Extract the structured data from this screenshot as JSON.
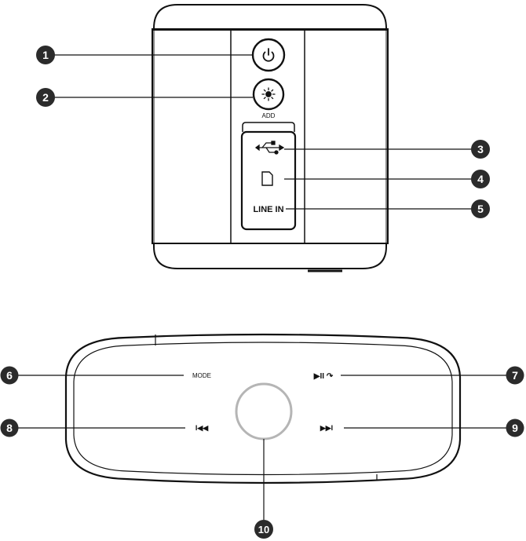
{
  "top_view": {
    "add_label": "ADD",
    "line_in_label": "LINE IN"
  },
  "top_view_callouts": [
    {
      "number": "1",
      "feature": "power-button"
    },
    {
      "number": "2",
      "feature": "add-button"
    },
    {
      "number": "3",
      "feature": "usb-port"
    },
    {
      "number": "4",
      "feature": "sd-card-slot"
    },
    {
      "number": "5",
      "feature": "line-in-jack"
    }
  ],
  "control_panel": {
    "mode_label": "MODE",
    "play_pause_call_label": "▶II ↷",
    "previous_label": "I◀◀",
    "next_label": "▶▶I"
  },
  "control_panel_callouts": [
    {
      "number": "6",
      "feature": "mode-button"
    },
    {
      "number": "7",
      "feature": "play-pause-call-button"
    },
    {
      "number": "8",
      "feature": "previous-track-button"
    },
    {
      "number": "9",
      "feature": "next-track-button"
    },
    {
      "number": "10",
      "feature": "center-ring-button"
    }
  ],
  "colors": {
    "outline": "#111111",
    "callout_fill": "#2b2b2b",
    "callout_text": "#ffffff",
    "center_ring": "#b5b5b5"
  },
  "icons": [
    "power-icon",
    "sun-icon",
    "usb-icon",
    "sd-card-icon"
  ]
}
